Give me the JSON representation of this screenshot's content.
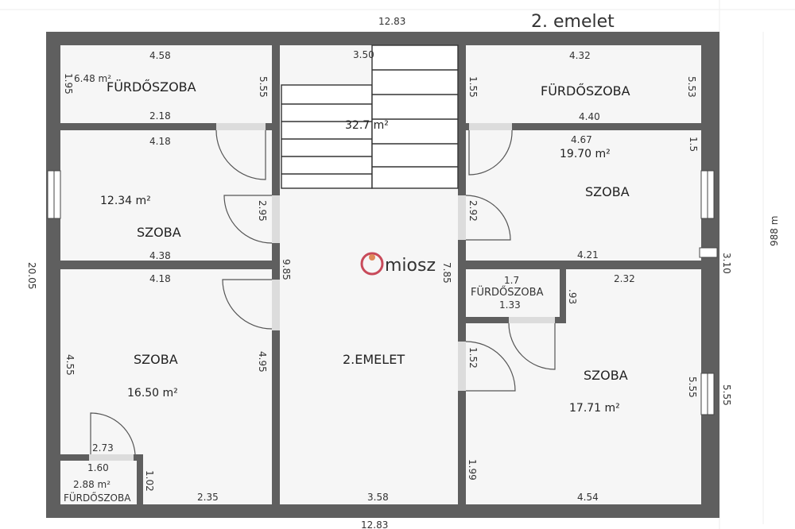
{
  "floor_title": "2. emelet",
  "overall": {
    "width_top": "12.83",
    "width_bottom": "12.83",
    "height_left": "20.05",
    "height_right": "988 m"
  },
  "colors": {
    "wall": "#5f5f5f",
    "floor": "#f5f5f5",
    "title": "#7a86c6",
    "logo": "#c84a5a"
  },
  "logo": {
    "text": "miosz"
  },
  "rooms": {
    "bath_tl": {
      "name": "FÜRDŐSZOBA",
      "area": "6.48 m²",
      "top": "4.58",
      "bottom": "2.18",
      "left": "1.95",
      "right": "5.55"
    },
    "stair": {
      "area": "32.7 m²",
      "top": "3.50"
    },
    "bath_tr": {
      "name": "FÜRDŐSZOBA",
      "top": "4.32",
      "bottom": "4.40",
      "left": "1.55",
      "right": "5.53"
    },
    "room_l1": {
      "name": "SZOBA",
      "area": "12.34 m²",
      "top": "4.18",
      "bottom": "4.38",
      "right": "2.95"
    },
    "room_r1": {
      "name": "SZOBA",
      "area": "19.70 m²",
      "top": "4.67",
      "bottom": "4.21",
      "left": "2.92",
      "right": "1.5"
    },
    "room_l2": {
      "name": "SZOBA",
      "area": "16.50 m²",
      "top": "4.18",
      "left": "4.55",
      "right": "4.95",
      "bottom_inner": "2.73",
      "bottom": "2.35"
    },
    "hall": {
      "name": "2.EMELET",
      "left": "9.85",
      "right": "7.85",
      "bottom": "3.58"
    },
    "bath_mr": {
      "name": "FÜRDŐSZOBA",
      "top": "1.7",
      "bottom": "1.33",
      "right": ".93"
    },
    "room_r2": {
      "name": "SZOBA",
      "area": "17.71 m²",
      "top": "2.32",
      "left_upper": "1.52",
      "left_lower": "1.99",
      "right": "5.55",
      "bottom": "4.54"
    },
    "bath_bl": {
      "name": "FÜRDŐSZOBA",
      "area": "2.88 m²",
      "top": "1.60",
      "right": "1.02"
    }
  },
  "side_dims": {
    "right_outer_mid": "3.10",
    "right_outer_low": "5.55"
  }
}
